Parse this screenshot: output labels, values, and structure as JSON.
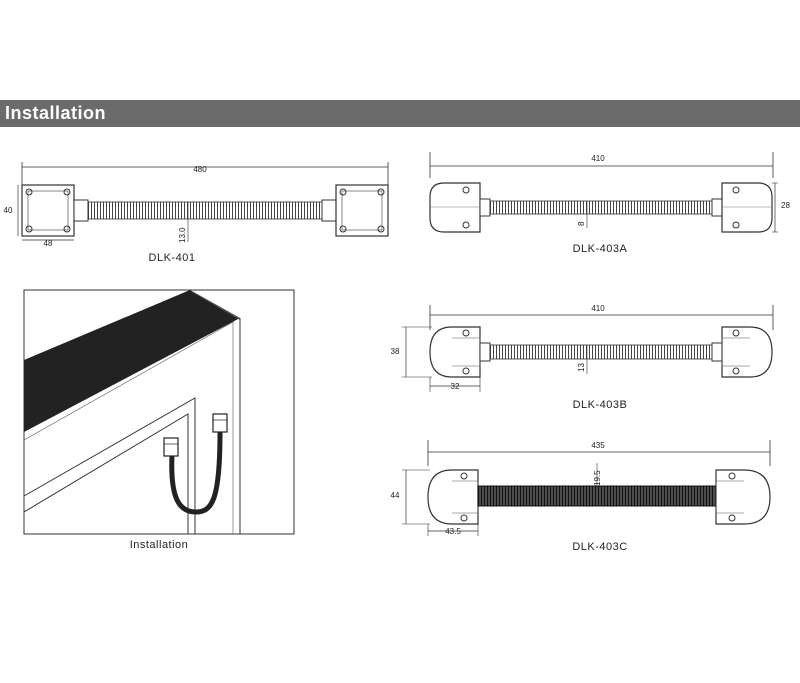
{
  "header": {
    "title": "Installation"
  },
  "dlk401": {
    "model": "DLK-401",
    "length": "480",
    "height": "40",
    "width": "48",
    "tube": "13.0"
  },
  "dlk403a": {
    "model": "DLK-403A",
    "length": "410",
    "height": "28",
    "tube": "8"
  },
  "dlk403b": {
    "model": "DLK-403B",
    "length": "410",
    "height": "38",
    "width": "32",
    "tube": "13"
  },
  "dlk403c": {
    "model": "DLK-403C",
    "length": "435",
    "height": "44",
    "width": "43.5",
    "tube": "19.5"
  },
  "installation": {
    "caption": "Installation"
  }
}
